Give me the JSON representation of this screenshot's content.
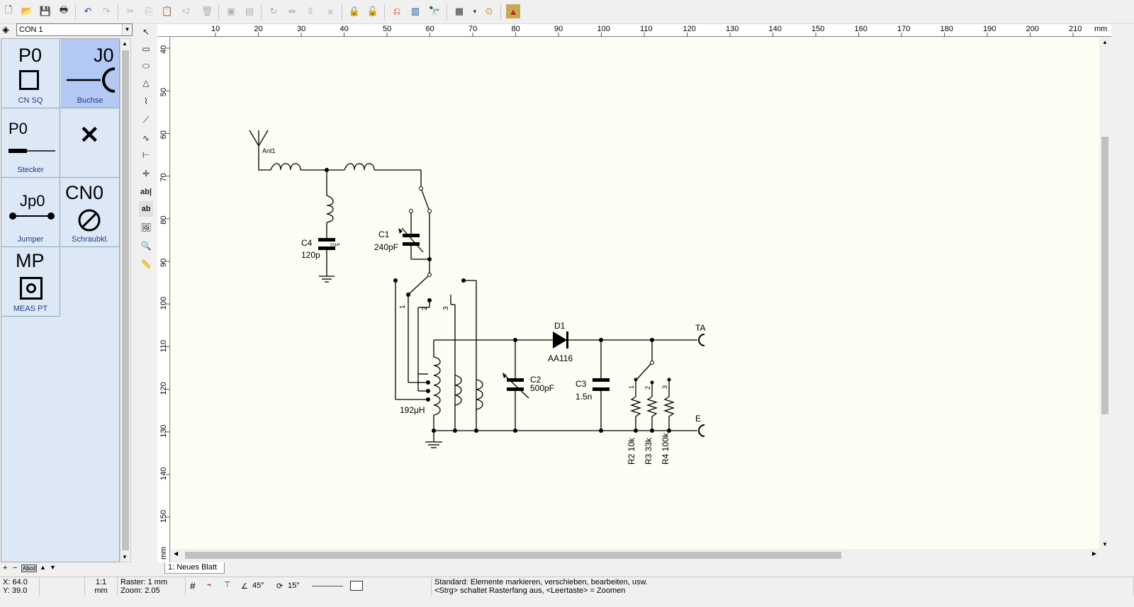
{
  "toolbar": {
    "icons": [
      "new-file-icon",
      "open-folder-icon",
      "save-icon",
      "print-icon",
      "undo-icon",
      "redo-icon",
      "cut-icon",
      "copy-icon",
      "paste-icon",
      "duplicate-icon",
      "delete-icon",
      "group-icon",
      "ungroup-icon",
      "rotate-icon",
      "mirror-h-icon",
      "mirror-v-icon",
      "align-icon",
      "lock-icon",
      "unlock-icon",
      "netlist-icon",
      "properties-icon",
      "search-icon",
      "grid-icon",
      "zoom-icon",
      "screenshot-icon"
    ],
    "duplicate_label": "×2"
  },
  "layer_select": {
    "value": "CON 1"
  },
  "library": {
    "items": [
      {
        "title": "P0",
        "label": "CN SQ"
      },
      {
        "title": "J0",
        "label": "Buchse"
      },
      {
        "title": "P0",
        "label": "Stecker"
      },
      {
        "title": "",
        "label": ""
      },
      {
        "title": "Jp0",
        "label": "Jumper"
      },
      {
        "title": "CN0",
        "label": "Schraubkl."
      },
      {
        "title": "MP",
        "label": "MEAS PT"
      }
    ],
    "bottom_label": "Abcd"
  },
  "ruler": {
    "unit": "mm",
    "top_ticks": [
      "10",
      "20",
      "30",
      "40",
      "50",
      "60",
      "70",
      "80",
      "90",
      "100",
      "110",
      "120",
      "130",
      "140",
      "150",
      "160",
      "170",
      "180",
      "190",
      "200",
      "210"
    ],
    "left_ticks": [
      "40",
      "50",
      "60",
      "70",
      "80",
      "90",
      "100",
      "110",
      "120",
      "130",
      "140",
      "150"
    ]
  },
  "schematic": {
    "antenna": "Ant1",
    "c4_name": "C4",
    "c4_value": "120p",
    "c4_small": "3,0μH",
    "c1_name": "C1",
    "c1_value": "240pF",
    "switch_labels": [
      "1",
      "2",
      "3"
    ],
    "coil_value": "192μH",
    "d1_name": "D1",
    "d1_value": "AA116",
    "c2_name": "C2",
    "c2_value": "500pF",
    "c3_name": "C3",
    "c3_value": "1.5n",
    "ta_label": "TA",
    "e_label": "E",
    "switch2_labels": [
      "1",
      "2",
      "3"
    ],
    "r2": "R2  10k",
    "r3": "R3  33k",
    "r4": "R4 100k"
  },
  "tabs": {
    "sheet1": "1: Neues Blatt"
  },
  "status": {
    "x": "X: 64.0",
    "y": "Y: 39.0",
    "scale": "1:1",
    "scale_unit": "mm",
    "raster": "Raster: 1 mm",
    "zoom": "Zoom:  2.05",
    "angle1": "45°",
    "angle2": "15°",
    "help1": "Standard: Elemente markieren, verschieben, bearbeiten, usw.",
    "help2": "<Strg> schaltet Rasterfang aus, <Leertaste> = Zoomen"
  }
}
